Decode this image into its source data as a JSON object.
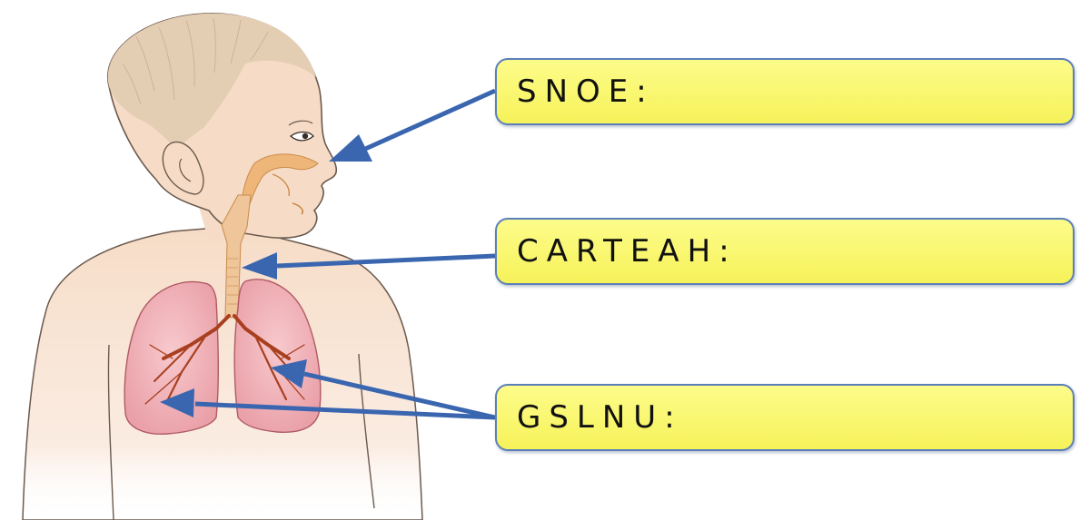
{
  "labels": [
    {
      "id": "nose",
      "text": "SNOE:"
    },
    {
      "id": "trachea",
      "text": "CARTEAH:"
    },
    {
      "id": "lungs",
      "text": "GSLNU:"
    }
  ],
  "colors": {
    "arrow": "#3a66b0",
    "box_fill": "#f8f45f",
    "box_border": "#5b7fb9",
    "skin": "#f6dcc6",
    "hair": "#e3cdb3",
    "lung": "#f2b7bd",
    "airway": "#efb67a",
    "bronchi": "#a8401f"
  },
  "icons": [
    "child-figure",
    "lungs-icon",
    "trachea-icon",
    "nasal-passage-icon"
  ]
}
